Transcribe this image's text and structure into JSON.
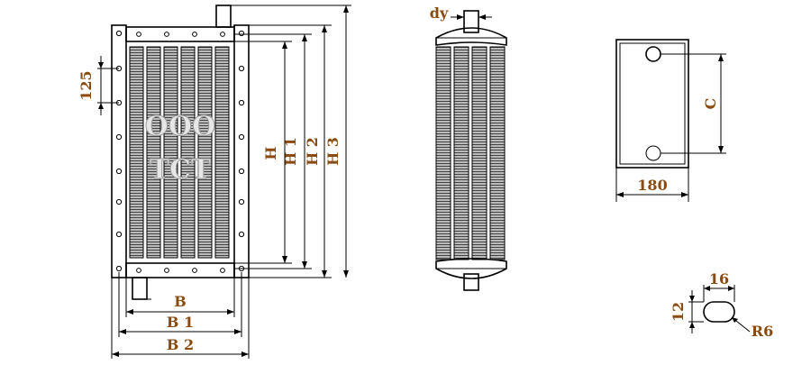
{
  "front_view": {
    "watermark_line1": "ООО",
    "watermark_line2": "ТСТ",
    "dim_pitch": "125",
    "dim_width": "B",
    "dim_width_1": "B 1",
    "dim_width_2": "B 2",
    "dim_height": "H",
    "dim_height_1": "H 1",
    "dim_height_2": "H 2",
    "dim_height_3": "H 3"
  },
  "side_view": {
    "dim_nozzle": "dy"
  },
  "flange_view": {
    "dim_spacing": "C",
    "dim_width": "180"
  },
  "slot_detail": {
    "dim_length": "16",
    "dim_height": "12",
    "dim_radius": "R6"
  },
  "colors": {
    "label": "#8a4b10",
    "line": "#000000",
    "fin_dark": "#555555",
    "fin_light": "#bdbdbd"
  }
}
